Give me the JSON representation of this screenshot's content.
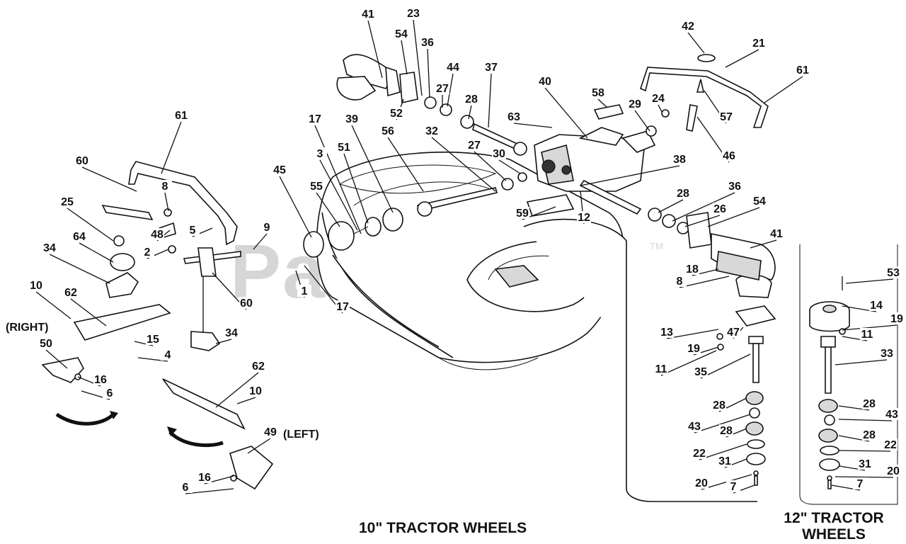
{
  "watermark": "PartsTree",
  "watermark_mark": "TM",
  "captions": {
    "ten_inch": "10\" TRACTOR WHEELS",
    "twelve_inch_line1": "12\" TRACTOR",
    "twelve_inch_line2": "WHEELS"
  },
  "side_labels": {
    "right": "(RIGHT)",
    "left": "(LEFT)"
  },
  "callouts": [
    {
      "text": "41"
    },
    {
      "text": "23"
    },
    {
      "text": "54"
    },
    {
      "text": "36"
    },
    {
      "text": "44"
    },
    {
      "text": "37"
    },
    {
      "text": "27"
    },
    {
      "text": "28"
    },
    {
      "text": "52"
    },
    {
      "text": "63"
    },
    {
      "text": "40"
    },
    {
      "text": "58"
    },
    {
      "text": "42"
    },
    {
      "text": "21"
    },
    {
      "text": "61"
    },
    {
      "text": "24"
    },
    {
      "text": "29"
    },
    {
      "text": "57"
    },
    {
      "text": "46"
    },
    {
      "text": "17"
    },
    {
      "text": "39"
    },
    {
      "text": "56"
    },
    {
      "text": "32"
    },
    {
      "text": "27"
    },
    {
      "text": "30"
    },
    {
      "text": "38"
    },
    {
      "text": "3"
    },
    {
      "text": "51"
    },
    {
      "text": "45"
    },
    {
      "text": "55"
    },
    {
      "text": "59"
    },
    {
      "text": "12"
    },
    {
      "text": "28"
    },
    {
      "text": "36"
    },
    {
      "text": "26"
    },
    {
      "text": "54"
    },
    {
      "text": "41"
    },
    {
      "text": "18"
    },
    {
      "text": "8"
    },
    {
      "text": "1"
    },
    {
      "text": "17"
    },
    {
      "text": "61"
    },
    {
      "text": "60"
    },
    {
      "text": "8"
    },
    {
      "text": "25"
    },
    {
      "text": "48"
    },
    {
      "text": "5"
    },
    {
      "text": "9"
    },
    {
      "text": "64"
    },
    {
      "text": "2"
    },
    {
      "text": "34"
    },
    {
      "text": "60"
    },
    {
      "text": "10"
    },
    {
      "text": "62"
    },
    {
      "text": "15"
    },
    {
      "text": "4"
    },
    {
      "text": "50"
    },
    {
      "text": "16"
    },
    {
      "text": "6"
    },
    {
      "text": "34"
    },
    {
      "text": "62"
    },
    {
      "text": "10"
    },
    {
      "text": "49"
    },
    {
      "text": "16"
    },
    {
      "text": "6"
    },
    {
      "text": "53"
    },
    {
      "text": "14"
    },
    {
      "text": "19"
    },
    {
      "text": "11"
    },
    {
      "text": "33"
    },
    {
      "text": "28"
    },
    {
      "text": "43"
    },
    {
      "text": "28"
    },
    {
      "text": "22"
    },
    {
      "text": "31"
    },
    {
      "text": "20"
    },
    {
      "text": "7"
    },
    {
      "text": "13"
    },
    {
      "text": "47"
    },
    {
      "text": "19"
    },
    {
      "text": "11"
    },
    {
      "text": "35"
    },
    {
      "text": "28"
    },
    {
      "text": "43"
    },
    {
      "text": "28"
    },
    {
      "text": "22"
    },
    {
      "text": "31"
    },
    {
      "text": "20"
    },
    {
      "text": "7"
    }
  ]
}
